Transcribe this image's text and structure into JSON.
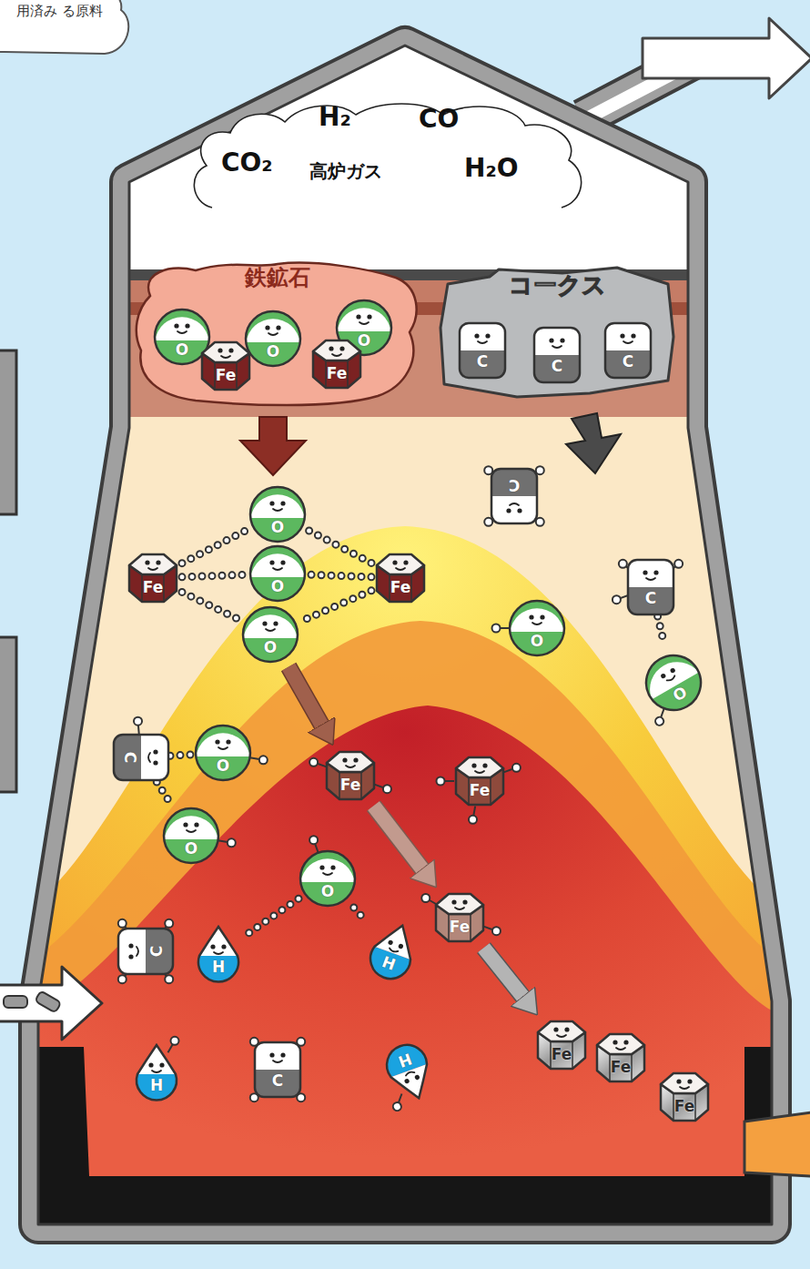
{
  "diagram": {
    "nodes": [
      {
        "text": [
          "用済み る原料"
        ]
      },
      {
        "text": [
          "H₂",
          "CO",
          "CO₂",
          "高炉ガス",
          "H₂O"
        ]
      },
      {
        "text": [
          "鉄鉱石"
        ]
      },
      {
        "text": [
          "O"
        ],
        "in": 2
      },
      {
        "text": [
          "O"
        ],
        "in": 2
      },
      {
        "text": [
          "O"
        ],
        "in": 2
      },
      {
        "text": [
          "Fe"
        ],
        "in": 2
      },
      {
        "text": [
          "Fe"
        ],
        "in": 2
      },
      {
        "text": [
          "コークス"
        ]
      },
      {
        "text": [
          "C"
        ],
        "in": 8
      },
      {
        "text": [
          "C"
        ],
        "in": 8
      },
      {
        "text": [
          "C"
        ],
        "in": 8
      },
      {
        "text": [
          "C"
        ]
      },
      {
        "text": [
          "O"
        ]
      },
      {
        "text": [
          "Fe"
        ]
      },
      {
        "text": [
          "O"
        ]
      },
      {
        "text": [
          "Fe"
        ]
      },
      {
        "text": [
          "C"
        ]
      },
      {
        "text": [
          "O"
        ]
      },
      {
        "text": [
          "O"
        ]
      },
      {
        "text": [
          "O"
        ]
      },
      {
        "text": [
          "O"
        ]
      },
      {
        "text": [
          "C"
        ]
      },
      {
        "text": [
          "Fe"
        ]
      },
      {
        "text": [
          "Fe"
        ]
      },
      {
        "text": [
          "O"
        ]
      },
      {
        "text": [
          "O"
        ]
      },
      {
        "text": [
          "Fe"
        ]
      },
      {
        "text": [
          "C"
        ]
      },
      {
        "text": [
          "H"
        ]
      },
      {
        "text": [
          "H"
        ]
      },
      {
        "text": [
          "H"
        ]
      },
      {
        "text": [
          "C"
        ]
      },
      {
        "text": [
          "H"
        ]
      },
      {
        "text": [
          "Fe"
        ]
      },
      {
        "text": [
          "Fe"
        ]
      },
      {
        "text": [
          "Fe"
        ]
      }
    ],
    "edges": [
      {
        "from": 14,
        "to": 13,
        "arrow": "none"
      },
      {
        "from": 14,
        "to": 15,
        "arrow": "none"
      },
      {
        "from": 14,
        "to": 19,
        "arrow": "none"
      },
      {
        "from": 16,
        "to": 13,
        "arrow": "none"
      },
      {
        "from": 16,
        "to": 15,
        "arrow": "none"
      },
      {
        "from": 16,
        "to": 19,
        "arrow": "none"
      },
      {
        "from": 17,
        "to": 20,
        "arrow": "none"
      },
      {
        "from": 22,
        "to": 21,
        "arrow": "none"
      },
      {
        "from": 22,
        "to": 25,
        "arrow": "none"
      },
      {
        "from": 26,
        "to": 29,
        "arrow": "none"
      },
      {
        "from": 26,
        "to": 30,
        "arrow": "none"
      },
      {
        "from": 19,
        "to": 23,
        "arrow": "to"
      },
      {
        "from": 23,
        "to": 27,
        "arrow": "to"
      },
      {
        "from": 27,
        "to": 34,
        "arrow": "to"
      }
    ]
  }
}
